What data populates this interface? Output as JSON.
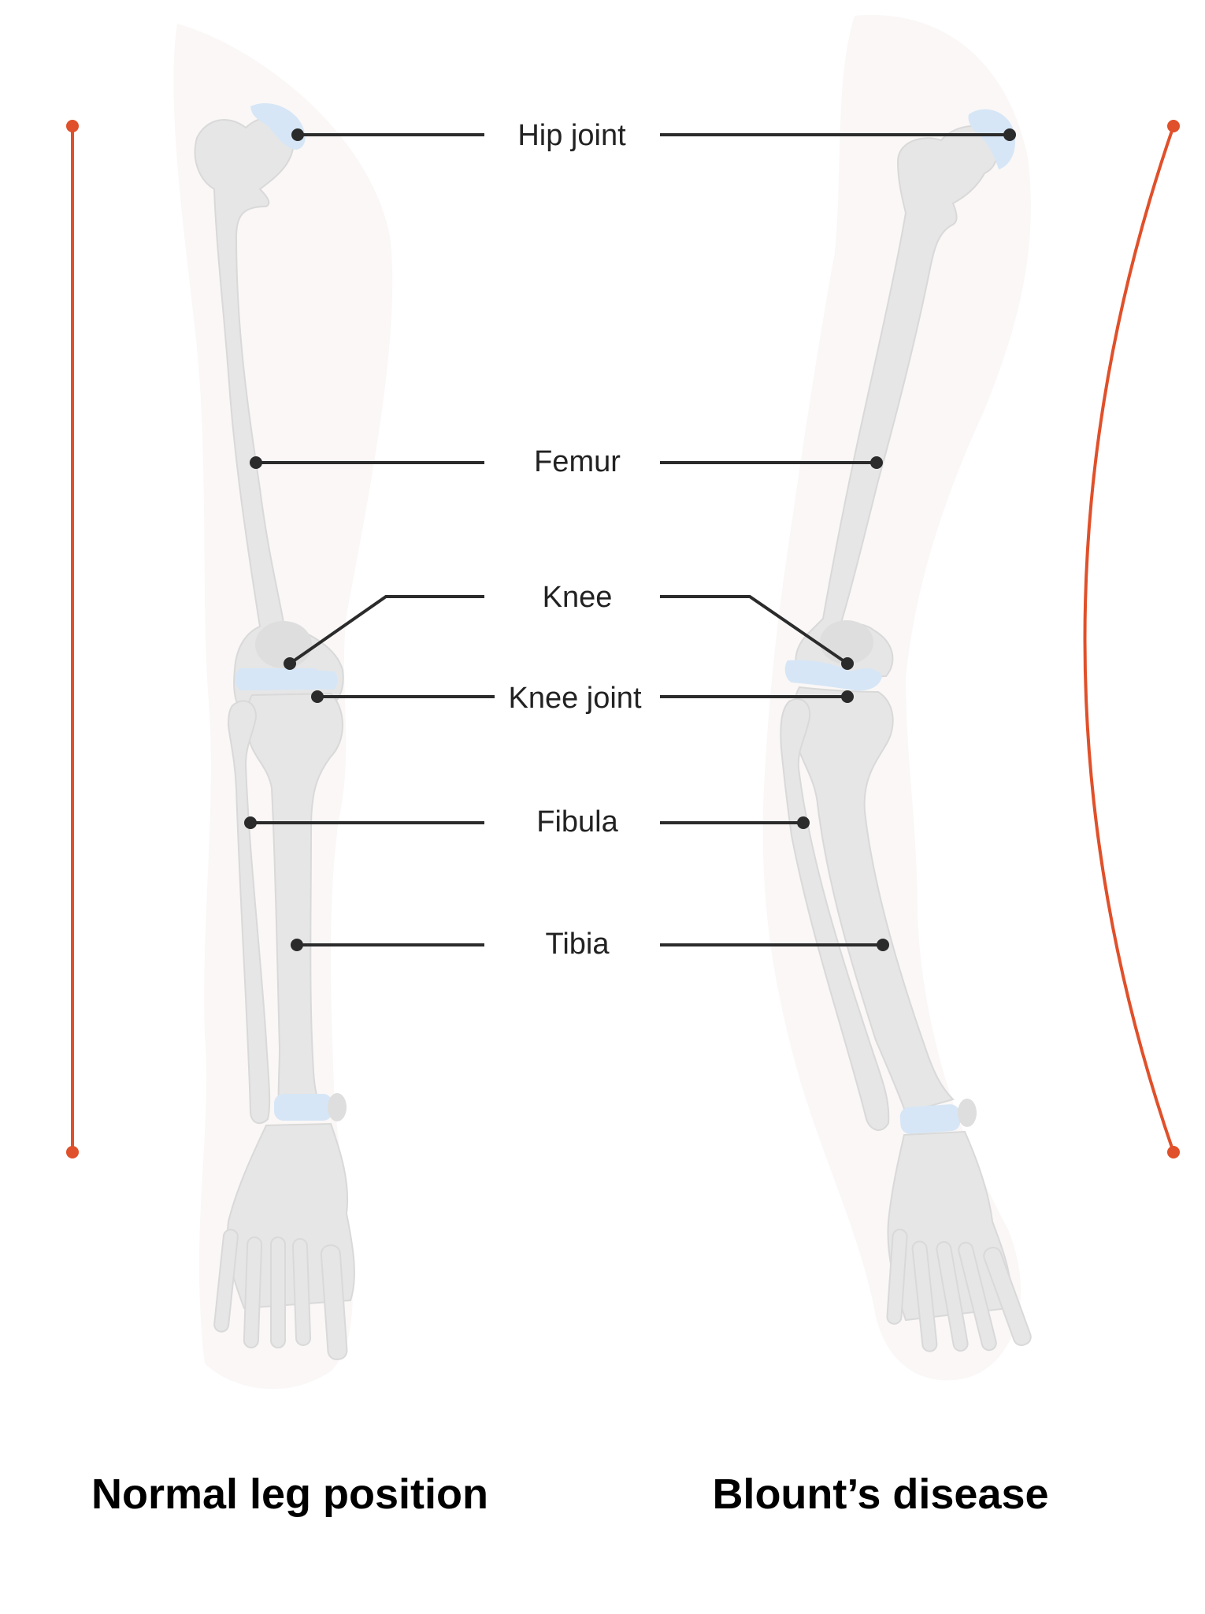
{
  "labels": {
    "hip_joint": "Hip joint",
    "femur": "Femur",
    "knee": "Knee",
    "knee_joint": "Knee joint",
    "fibula": "Fibula",
    "tibia": "Tibia"
  },
  "captions": {
    "normal": "Normal leg position",
    "blounts": "Blount’s disease"
  },
  "colors": {
    "alignment_line": "#e0502a",
    "leader": "#2b2b2b",
    "bone": "#e6e6e6",
    "cartilage": "#d6e6f6",
    "soft_tissue": "#faf7f6"
  }
}
